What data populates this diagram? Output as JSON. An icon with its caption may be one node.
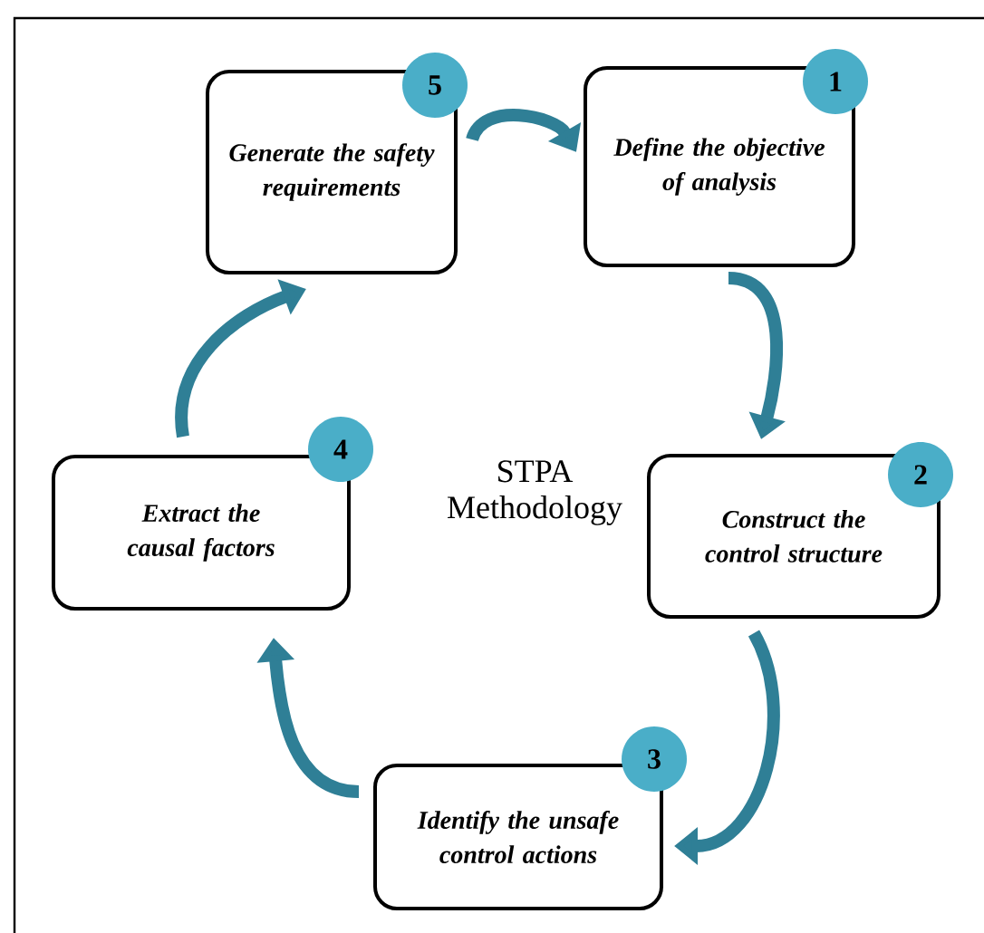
{
  "diagram": {
    "title": "STPA Methodology",
    "nodes": [
      {
        "text": [
          "Generate the safety requirements"
        ]
      },
      {
        "text": [
          "5"
        ]
      },
      {
        "text": [
          "Define the objective of analysis"
        ]
      },
      {
        "text": [
          "1"
        ]
      },
      {
        "text": [
          "Extract the causal factors"
        ]
      },
      {
        "text": [
          "4"
        ]
      },
      {
        "text": [
          "Construct the control structure"
        ]
      },
      {
        "text": [
          "2"
        ]
      },
      {
        "text": [
          "Identify the unsafe control actions"
        ]
      },
      {
        "text": [
          "3"
        ]
      }
    ],
    "edges": [
      {
        "from": 0,
        "to": 2,
        "arrow": "to"
      },
      {
        "from": 2,
        "to": 6,
        "arrow": "to"
      },
      {
        "from": 6,
        "to": 8,
        "arrow": "to"
      },
      {
        "from": 8,
        "to": 4,
        "arrow": "to"
      },
      {
        "from": 4,
        "to": 0,
        "arrow": "to"
      }
    ]
  }
}
